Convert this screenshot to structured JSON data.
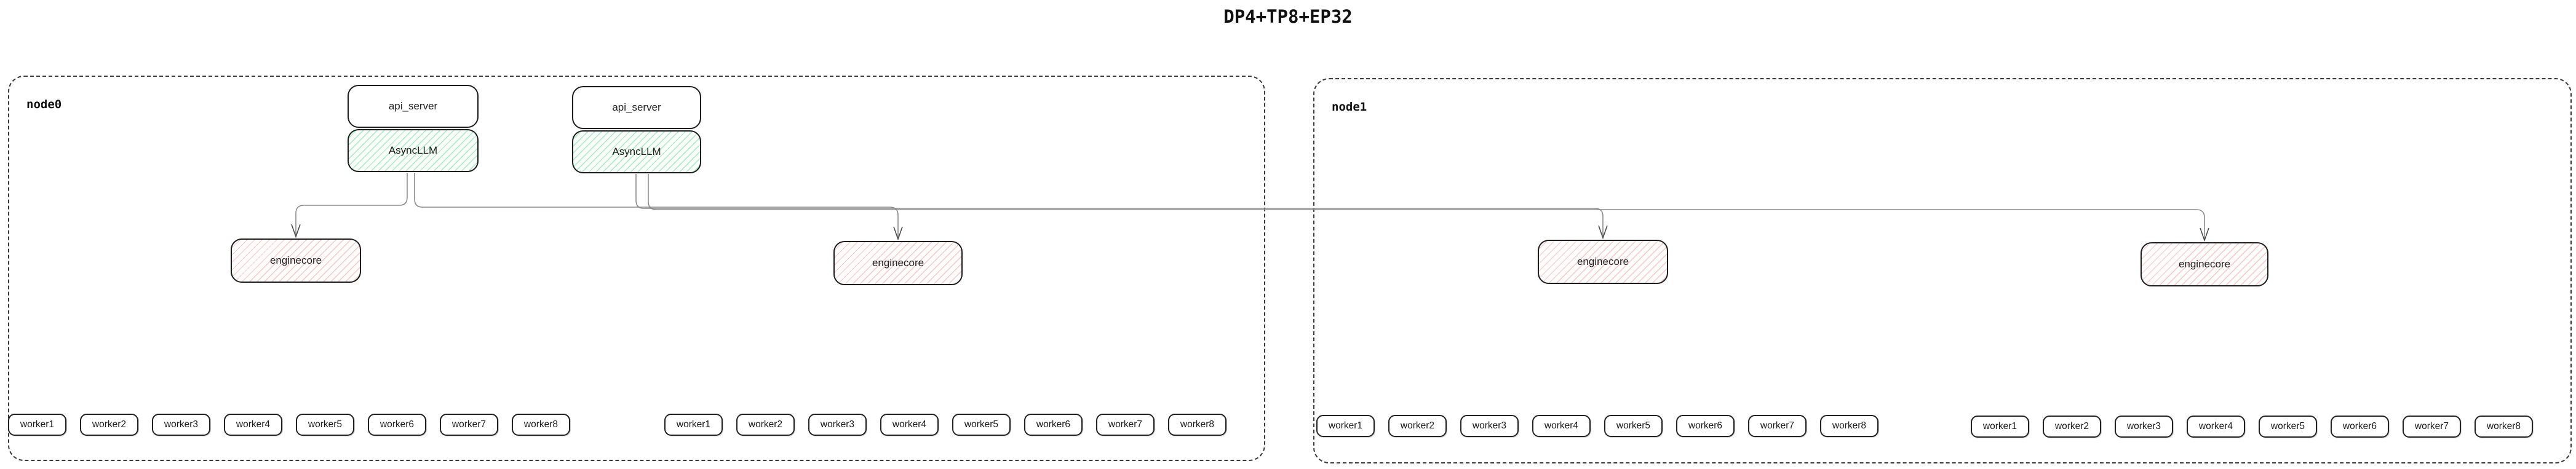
{
  "title": "DP4+TP8+EP32",
  "colors": {
    "green_hatch": "#6ed7a0",
    "red_hatch": "#eb8282",
    "edge_gray": "#8a8a8a",
    "box_border": "#1d1d1d"
  },
  "nodes": [
    {
      "label": "node0",
      "api_servers": [
        {
          "label": "api_server",
          "engine_label": "AsyncLLM"
        },
        {
          "label": "api_server",
          "engine_label": "AsyncLLM"
        }
      ],
      "enginecores": [
        {
          "label": "enginecore"
        },
        {
          "label": "enginecore"
        }
      ],
      "worker_groups": [
        [
          "worker1",
          "worker2",
          "worker3",
          "worker4",
          "worker5",
          "worker6",
          "worker7",
          "worker8"
        ],
        [
          "worker1",
          "worker2",
          "worker3",
          "worker4",
          "worker5",
          "worker6",
          "worker7",
          "worker8"
        ]
      ]
    },
    {
      "label": "node1",
      "api_servers": [],
      "enginecores": [
        {
          "label": "enginecore"
        },
        {
          "label": "enginecore"
        }
      ],
      "worker_groups": [
        [
          "worker1",
          "worker2",
          "worker3",
          "worker4",
          "worker5",
          "worker6",
          "worker7",
          "worker8"
        ],
        [
          "worker1",
          "worker2",
          "worker3",
          "worker4",
          "worker5",
          "worker6",
          "worker7",
          "worker8"
        ]
      ]
    }
  ]
}
